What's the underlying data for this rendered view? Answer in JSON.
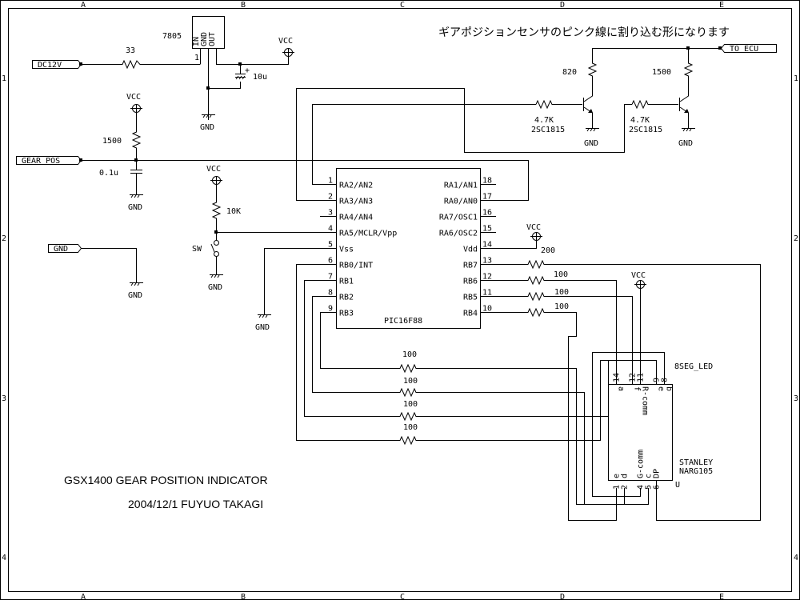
{
  "title": {
    "line1": "GSX1400 GEAR POSITION INDICATOR",
    "line2": "2004/12/1 FUYUO TAKAGI"
  },
  "note": "ギアポジションセンサのピンク線に割り込む形になります",
  "border": {
    "columns": [
      "A",
      "B",
      "C",
      "D",
      "E"
    ],
    "rows": [
      "1",
      "2",
      "3",
      "4"
    ]
  },
  "ports": {
    "dc12v": "DC12V",
    "gear_pos": "GEAR POS",
    "gnd": "GND",
    "to_ecu": "TO ECU"
  },
  "power": {
    "vcc": "VCC",
    "gnd": "GND"
  },
  "regulator": {
    "name": "7805",
    "pin_in": "IN",
    "pin_gnd": "GND",
    "pin_out": "OUT",
    "pin_num": "1"
  },
  "components": {
    "r_in": "33",
    "c_out": "10u",
    "r_gear_pullup": "1500",
    "c_gear": "0.1u",
    "r_sw": "10K",
    "sw": "SW",
    "r_c1": "820",
    "r_c2": "1500",
    "r_b1": "4.7K",
    "r_b2": "4.7K",
    "q1": "2SC1815",
    "q2": "2SC1815",
    "r_rb7": "200",
    "r_rb6": "100",
    "r_rb5": "100",
    "r_rb4": "100",
    "r_rb3": "100",
    "r_rb2": "100",
    "r_rb1": "100",
    "r_rb0": "100"
  },
  "mcu": {
    "name": "PIC16F88",
    "left_pins": [
      {
        "num": "1",
        "name": "RA2/AN2"
      },
      {
        "num": "2",
        "name": "RA3/AN3"
      },
      {
        "num": "3",
        "name": "RA4/AN4"
      },
      {
        "num": "4",
        "name": "RA5/MCLR/Vpp"
      },
      {
        "num": "5",
        "name": "Vss"
      },
      {
        "num": "6",
        "name": "RB0/INT"
      },
      {
        "num": "7",
        "name": "RB1"
      },
      {
        "num": "8",
        "name": "RB2"
      },
      {
        "num": "9",
        "name": "RB3"
      }
    ],
    "right_pins": [
      {
        "num": "18",
        "name": "RA1/AN1"
      },
      {
        "num": "17",
        "name": "RA0/AN0"
      },
      {
        "num": "16",
        "name": "RA7/OSC1"
      },
      {
        "num": "15",
        "name": "RA6/OSC2"
      },
      {
        "num": "14",
        "name": "Vdd"
      },
      {
        "num": "13",
        "name": "RB7"
      },
      {
        "num": "12",
        "name": "RB6"
      },
      {
        "num": "11",
        "name": "RB5"
      },
      {
        "num": "10",
        "name": "RB4"
      }
    ]
  },
  "led": {
    "label": "8SEG_LED",
    "maker": "STANLEY",
    "part": "NARG105",
    "unit": "U",
    "top_pins": [
      "14",
      "12",
      "11",
      "9",
      "8"
    ],
    "top_segs": [
      "a",
      "f",
      "R-comm",
      "e",
      "b"
    ],
    "bottom_pins": [
      "1",
      "2",
      "4",
      "5",
      "6"
    ],
    "bottom_segs": [
      "e",
      "d",
      "G-comm",
      "c",
      "DP"
    ]
  }
}
